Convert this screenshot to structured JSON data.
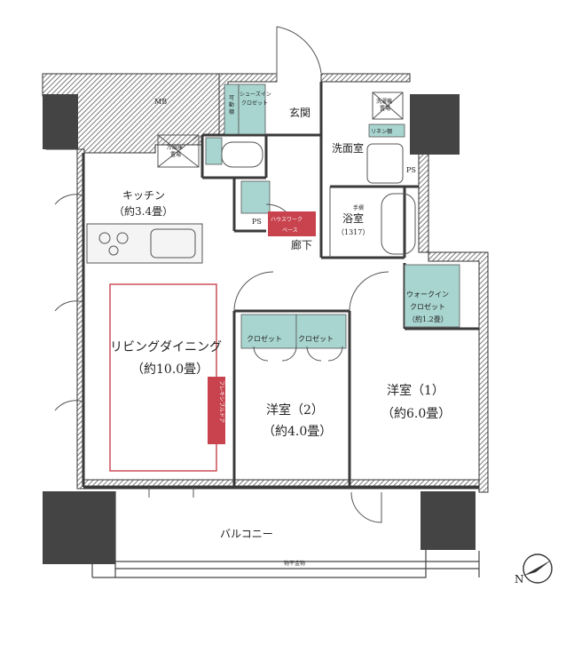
{
  "rooms": {
    "mb": "MB",
    "shoes_closet": [
      "シューズイン",
      "クロゼット"
    ],
    "movable_shelf": [
      "可",
      "動",
      "棚"
    ],
    "entrance": "玄関",
    "washroom": "洗面室",
    "linen_shelf": "リネン棚",
    "washer_space": [
      "洗濯機",
      "置場"
    ],
    "ps_right": "PS",
    "fridge_space": [
      "冷蔵庫",
      "置場"
    ],
    "kitchen": "キッチン",
    "kitchen_size": "（約3.4畳）",
    "ps_hall": "PS",
    "housework": [
      "ハウスワーク",
      "ベース"
    ],
    "bath": "浴室",
    "handrail": "手摺",
    "bath_size": "（1317）",
    "hallway": "廊下",
    "walkin": [
      "ウォークイン",
      "クロゼット",
      "（約1.2畳）"
    ],
    "closet_a": "クロゼット",
    "closet_b": "クロゼット",
    "living": "リビングダイニング",
    "living_size": "（約10.0畳）",
    "flexible_door": "フレキシブルドア",
    "western2": "洋室（2）",
    "western2_size": "（約4.0畳）",
    "western1": "洋室（1）",
    "western1_size": "（約6.0畳）",
    "balcony": "バルコニー",
    "drying": "物干金物",
    "north": "N"
  },
  "colors": {
    "wall": "#3a3a3a",
    "closet": "#a8d5d0",
    "accent": "#c8434d",
    "line": "#555555"
  }
}
